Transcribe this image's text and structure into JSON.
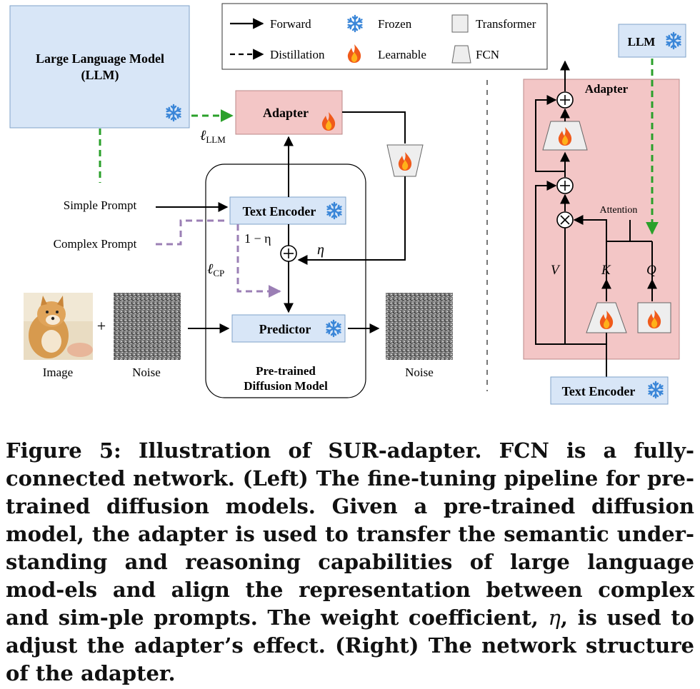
{
  "legend": {
    "forward": "Forward",
    "distillation": "Distillation",
    "frozen": "Frozen",
    "learnable": "Learnable",
    "transformer": "Transformer",
    "fcn": "FCN"
  },
  "left": {
    "llm_line1": "Large Language Model",
    "llm_line2": "(LLM)",
    "adapter": "Adapter",
    "loss_llm": "ℓ",
    "loss_llm_sub": "LLM",
    "simple_prompt": "Simple Prompt",
    "complex_prompt": "Complex Prompt",
    "text_encoder": "Text Encoder",
    "one_minus_eta": "1 − η",
    "eta": "η",
    "loss_cp": "ℓ",
    "loss_cp_sub": "CP",
    "predictor": "Predictor",
    "plus": "+",
    "image_label": "Image",
    "noise_label_in": "Noise",
    "noise_label_out": "Noise",
    "pretrained_line1": "Pre-trained",
    "pretrained_line2": "Diffusion Model"
  },
  "right": {
    "llm": "LLM",
    "adapter": "Adapter",
    "attention": "Attention",
    "v": "V",
    "k": "K",
    "q": "Q",
    "text_encoder": "Text Encoder"
  },
  "colors": {
    "frozen_blue": "#d8e6f7",
    "learnable_pink": "#f3c6c6",
    "distill_green": "#2aa02a",
    "distill_purple": "#9b7fb5",
    "snowflake": "#3a86d8",
    "flame": "#f05a1a"
  },
  "caption": {
    "figure_label": "Figure 5:",
    "sentence1": "Illustration of SUR-adapter. FCN is a fully-connected network. (Left) The fine-tuning pipeline for pre-trained diffusion models. Given a pre-trained diffusion model, the adapter is used to transfer the semantic under-standing and reasoning capabilities of large language mod-els and align the representation between complex and sim-ple prompts. The weight coefficient,",
    "eta": "η",
    "sentence2": ", is used to adjust the adapter’s effect. (Right) The network structure of the adapter."
  }
}
